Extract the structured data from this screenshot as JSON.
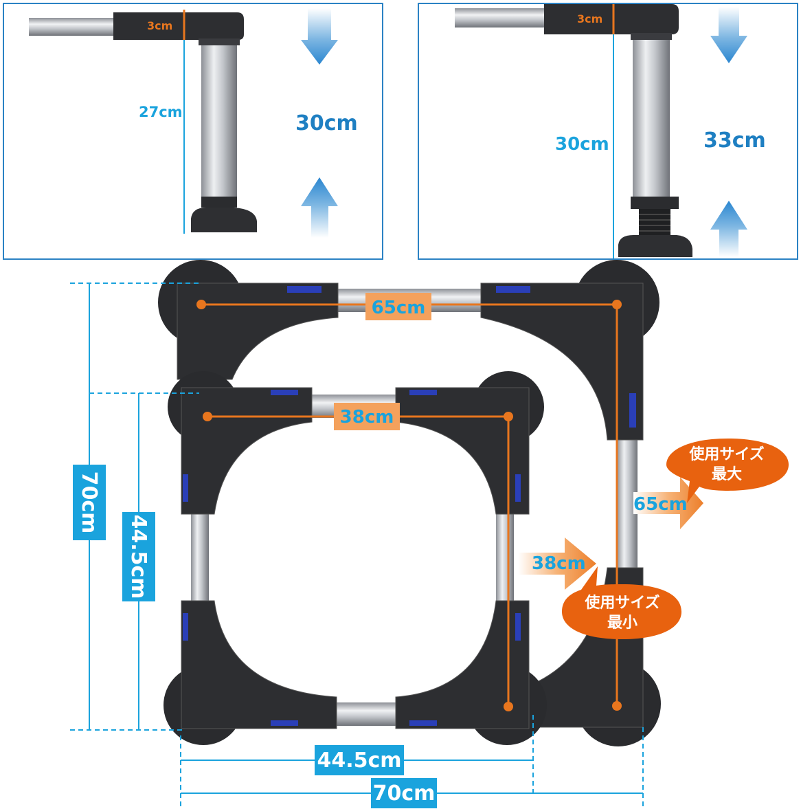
{
  "colors": {
    "blue": "#1e7fc2",
    "cyan": "#1aa3dd",
    "orange": "#e8761e",
    "orange_light": "#f4a15c",
    "dark": "#2b2b2e",
    "panel_border": "#2b82c4"
  },
  "panels": {
    "left": {
      "top_offset": "3cm",
      "leg_height": "27cm",
      "total_height": "30cm"
    },
    "right": {
      "top_offset": "3cm",
      "leg_height": "30cm",
      "total_height": "33cm"
    }
  },
  "frame": {
    "large_width": "65cm",
    "small_width": "38cm",
    "large_side": "65cm",
    "small_side": "38cm",
    "max_callout": "使用サイズ\n最大",
    "max_line1": "使用サイズ",
    "max_line2": "最大",
    "min_line1": "使用サイズ",
    "min_line2": "最小",
    "outer_height": "70cm",
    "inner_height": "44.5cm",
    "inner_width": "44.5cm",
    "outer_width": "70cm"
  },
  "icons": {
    "arrow_down": "arrow-down-icon",
    "arrow_up": "arrow-up-icon",
    "arrow_right": "arrow-right-icon",
    "callout": "speech-bubble-icon"
  }
}
